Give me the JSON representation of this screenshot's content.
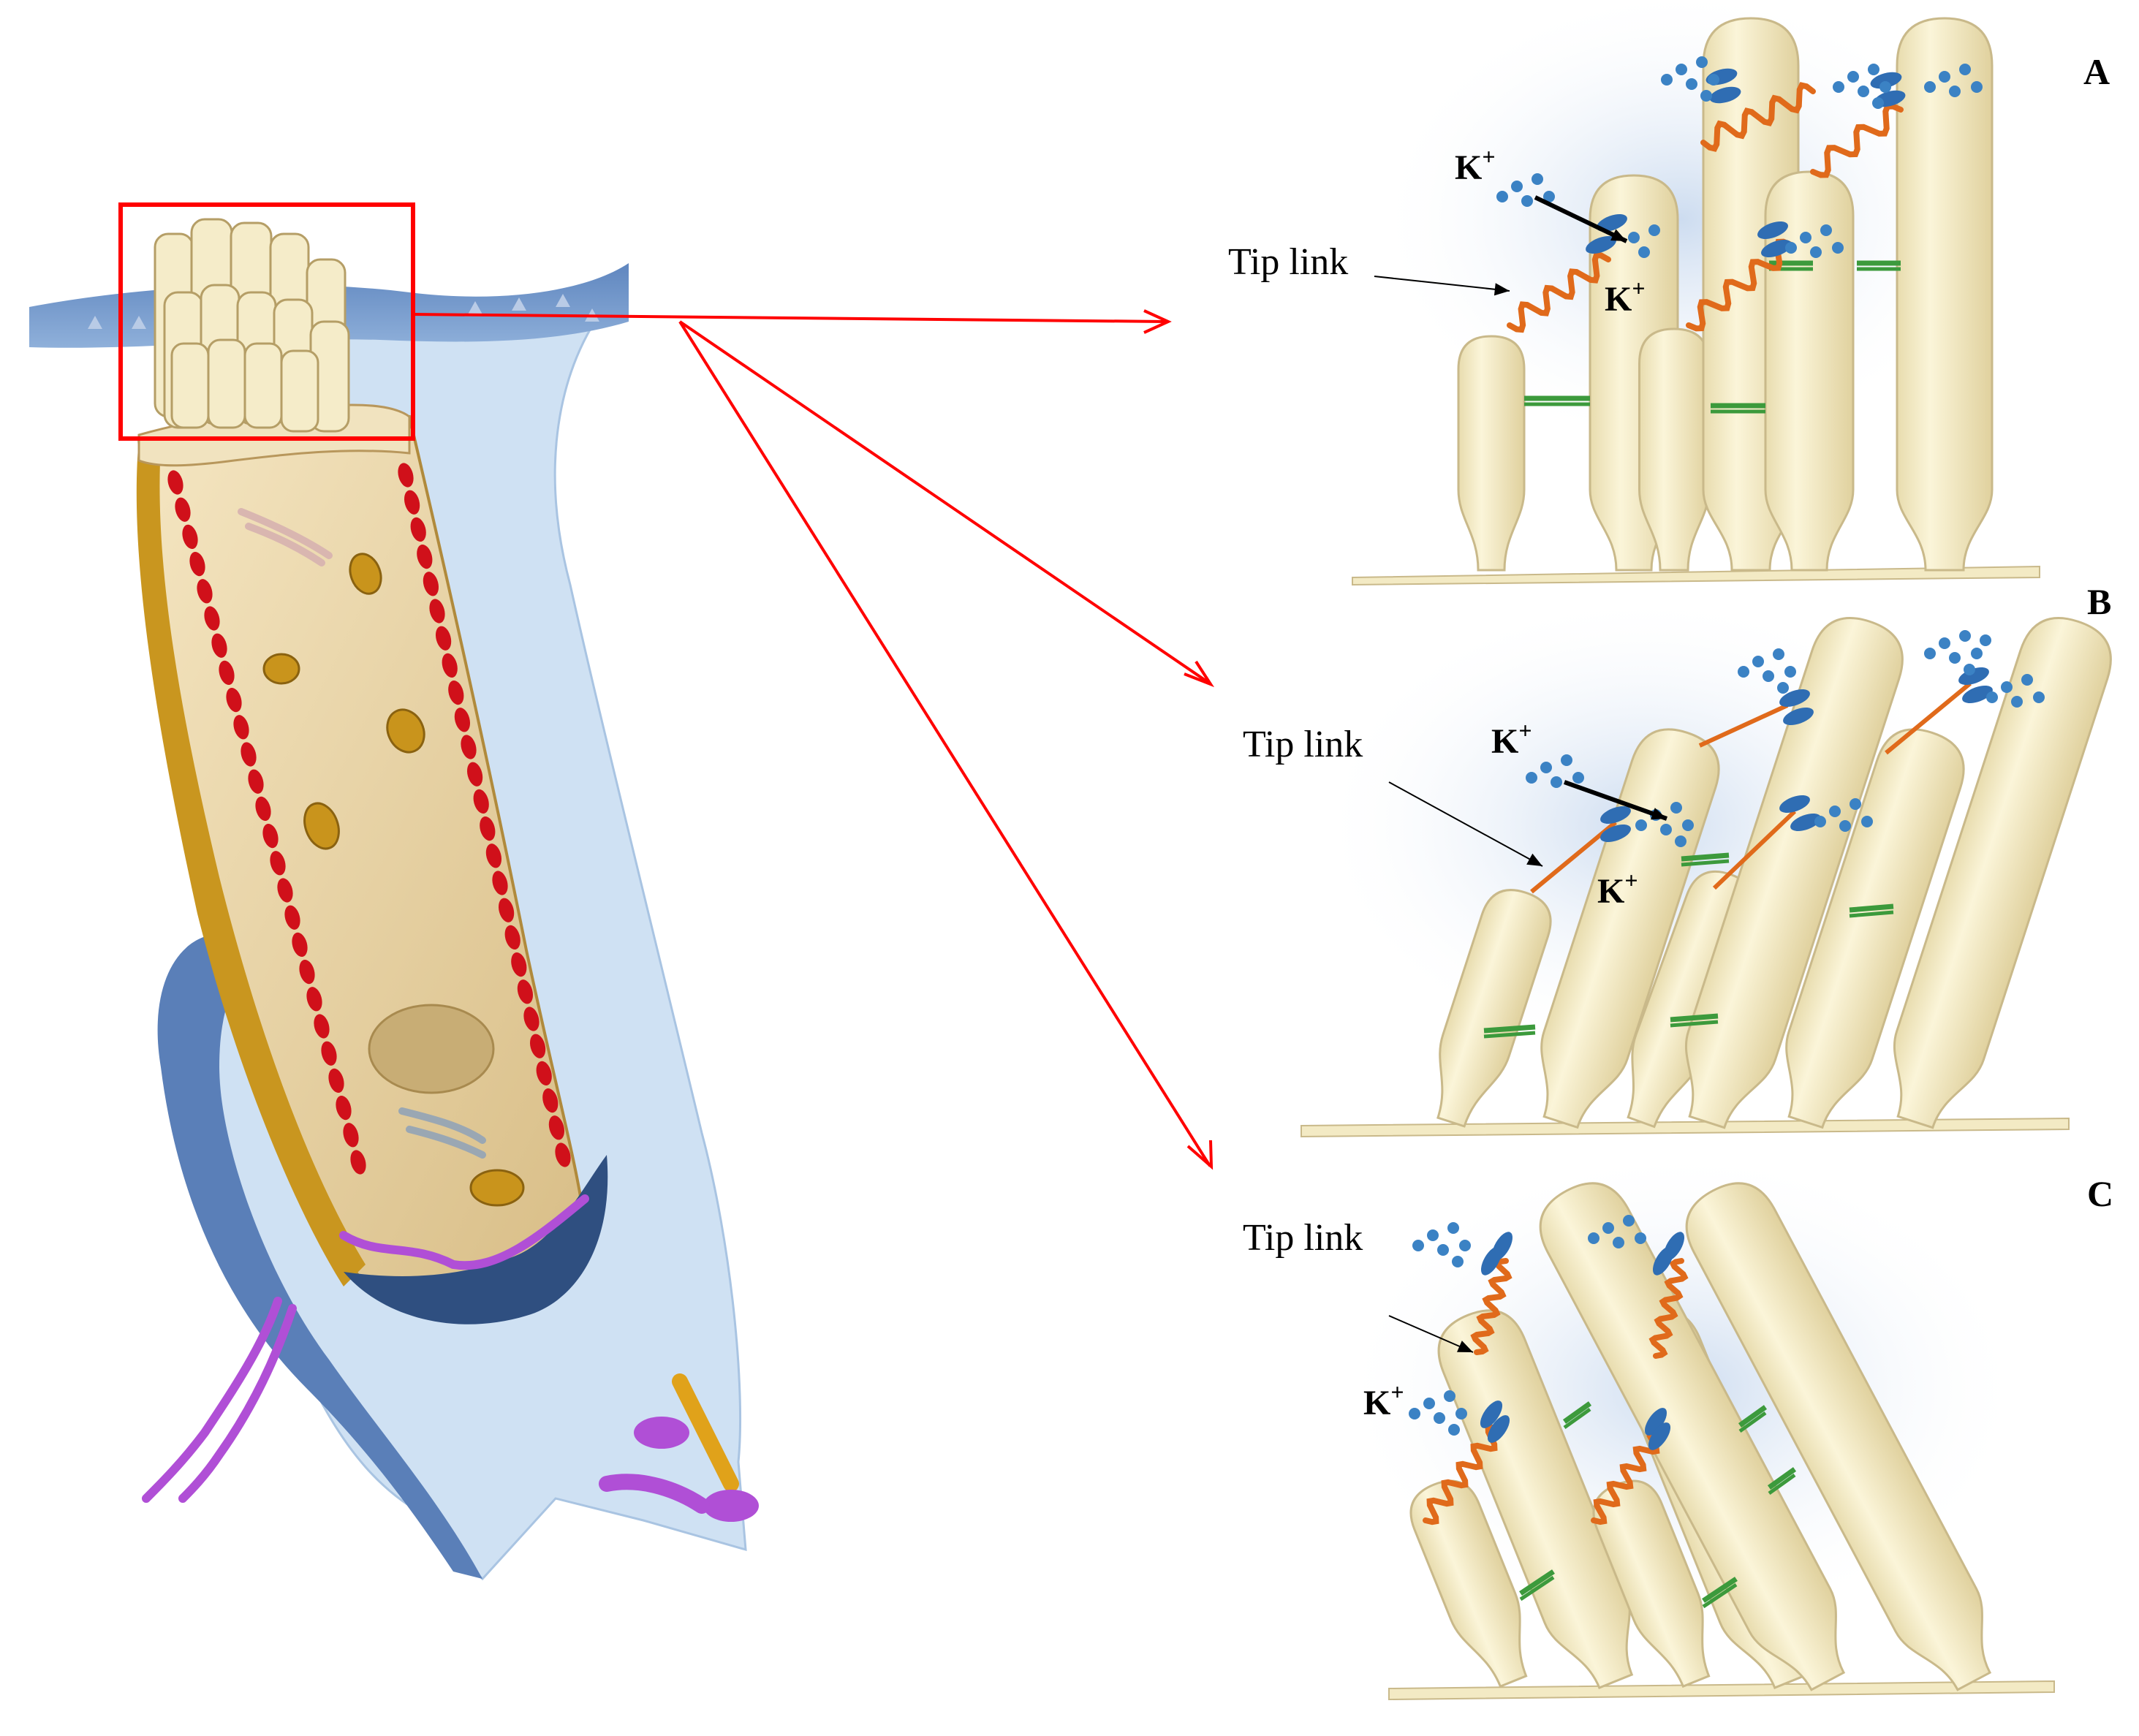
{
  "panels": [
    {
      "letter": "A",
      "tip_link_label": "Tip link",
      "ion_top": "K",
      "ion_bottom": "K",
      "ion_sup": "+",
      "state": "resting"
    },
    {
      "letter": "B",
      "tip_link_label": "Tip link",
      "ion_top": "K",
      "ion_bottom": "K",
      "ion_sup": "+",
      "state": "deflected-excitatory"
    },
    {
      "letter": "C",
      "tip_link_label": "Tip link",
      "ion_top": "K",
      "ion_sup": "+",
      "state": "deflected-inhibitory"
    }
  ],
  "colors": {
    "stereocilia": "#f7efc6",
    "stereocilia_edge": "#c9b98a",
    "tip_link": "#e06a1b",
    "channel": "#2f6db3",
    "ion": "#3b82c4",
    "side_link": "#3c9a3c",
    "highlight_box": "#ff0000",
    "arrow": "#ff0000",
    "membrane_dark": "#6b8fc4",
    "membrane_light": "#cfe1f3",
    "cell_body": "#e9d3a3",
    "ribbon": "#d0101a",
    "mitochondria": "#c9941c",
    "synapse": "#b04fd6"
  },
  "icons": [
    "hair-cell-icon",
    "mitochondrion-icon",
    "nucleus-icon",
    "ion-channel-icon",
    "potassium-ion-icon"
  ]
}
